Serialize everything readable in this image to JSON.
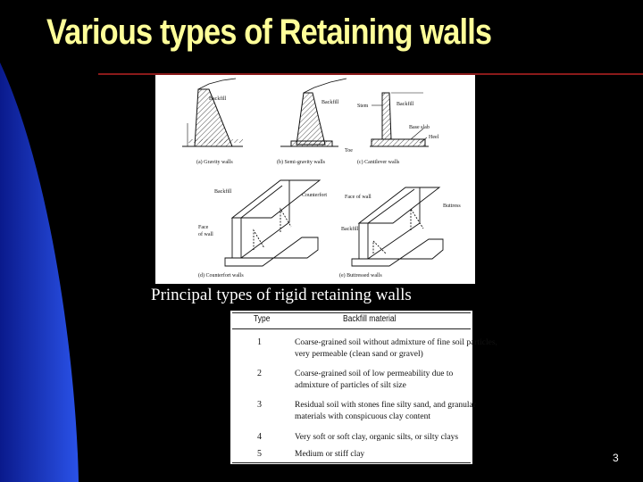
{
  "slide": {
    "title": "Various types of Retaining walls",
    "number": "3",
    "colors": {
      "background": "#000000",
      "title": "#ffff99",
      "accent_band": "#1f3fd0",
      "rule": "#8b1a1a"
    }
  },
  "figure": {
    "caption": "Principal types of rigid retaining walls",
    "labels": {
      "backfill": "Backfill",
      "stem": "Stem",
      "toe": "Toe",
      "base_slab": "Base slab",
      "heel": "Heel",
      "counterfort": "Counterfort",
      "face_of_wall": "Face of wall",
      "face": "Face",
      "of_wall": "of wall",
      "buttress": "Buttress"
    },
    "panels": {
      "a": "(a) Gravity walls",
      "b": "(b) Semi-gravity walls",
      "c": "(c) Cantilever walls",
      "d": "(d) Counterfort walls",
      "e": "(e) Buttressed walls"
    }
  },
  "table": {
    "headers": [
      "Type",
      "Backfill material"
    ],
    "rows": [
      {
        "type": "1",
        "lines": [
          "Coarse-grained soil without admixture of fine soil particles,",
          "very permeable (clean sand or gravel)"
        ]
      },
      {
        "type": "2",
        "lines": [
          "Coarse-grained soil of low permeability due to",
          " admixture of particles of silt size"
        ]
      },
      {
        "type": "3",
        "lines": [
          "Residual soil with stones fine silty sand, and granular",
          "materials with conspicuous clay content"
        ]
      },
      {
        "type": "4",
        "lines": [
          "Very soft or soft clay, organic silts, or silty clays"
        ]
      },
      {
        "type": "5",
        "lines": [
          "Medium or stiff clay"
        ]
      }
    ]
  }
}
